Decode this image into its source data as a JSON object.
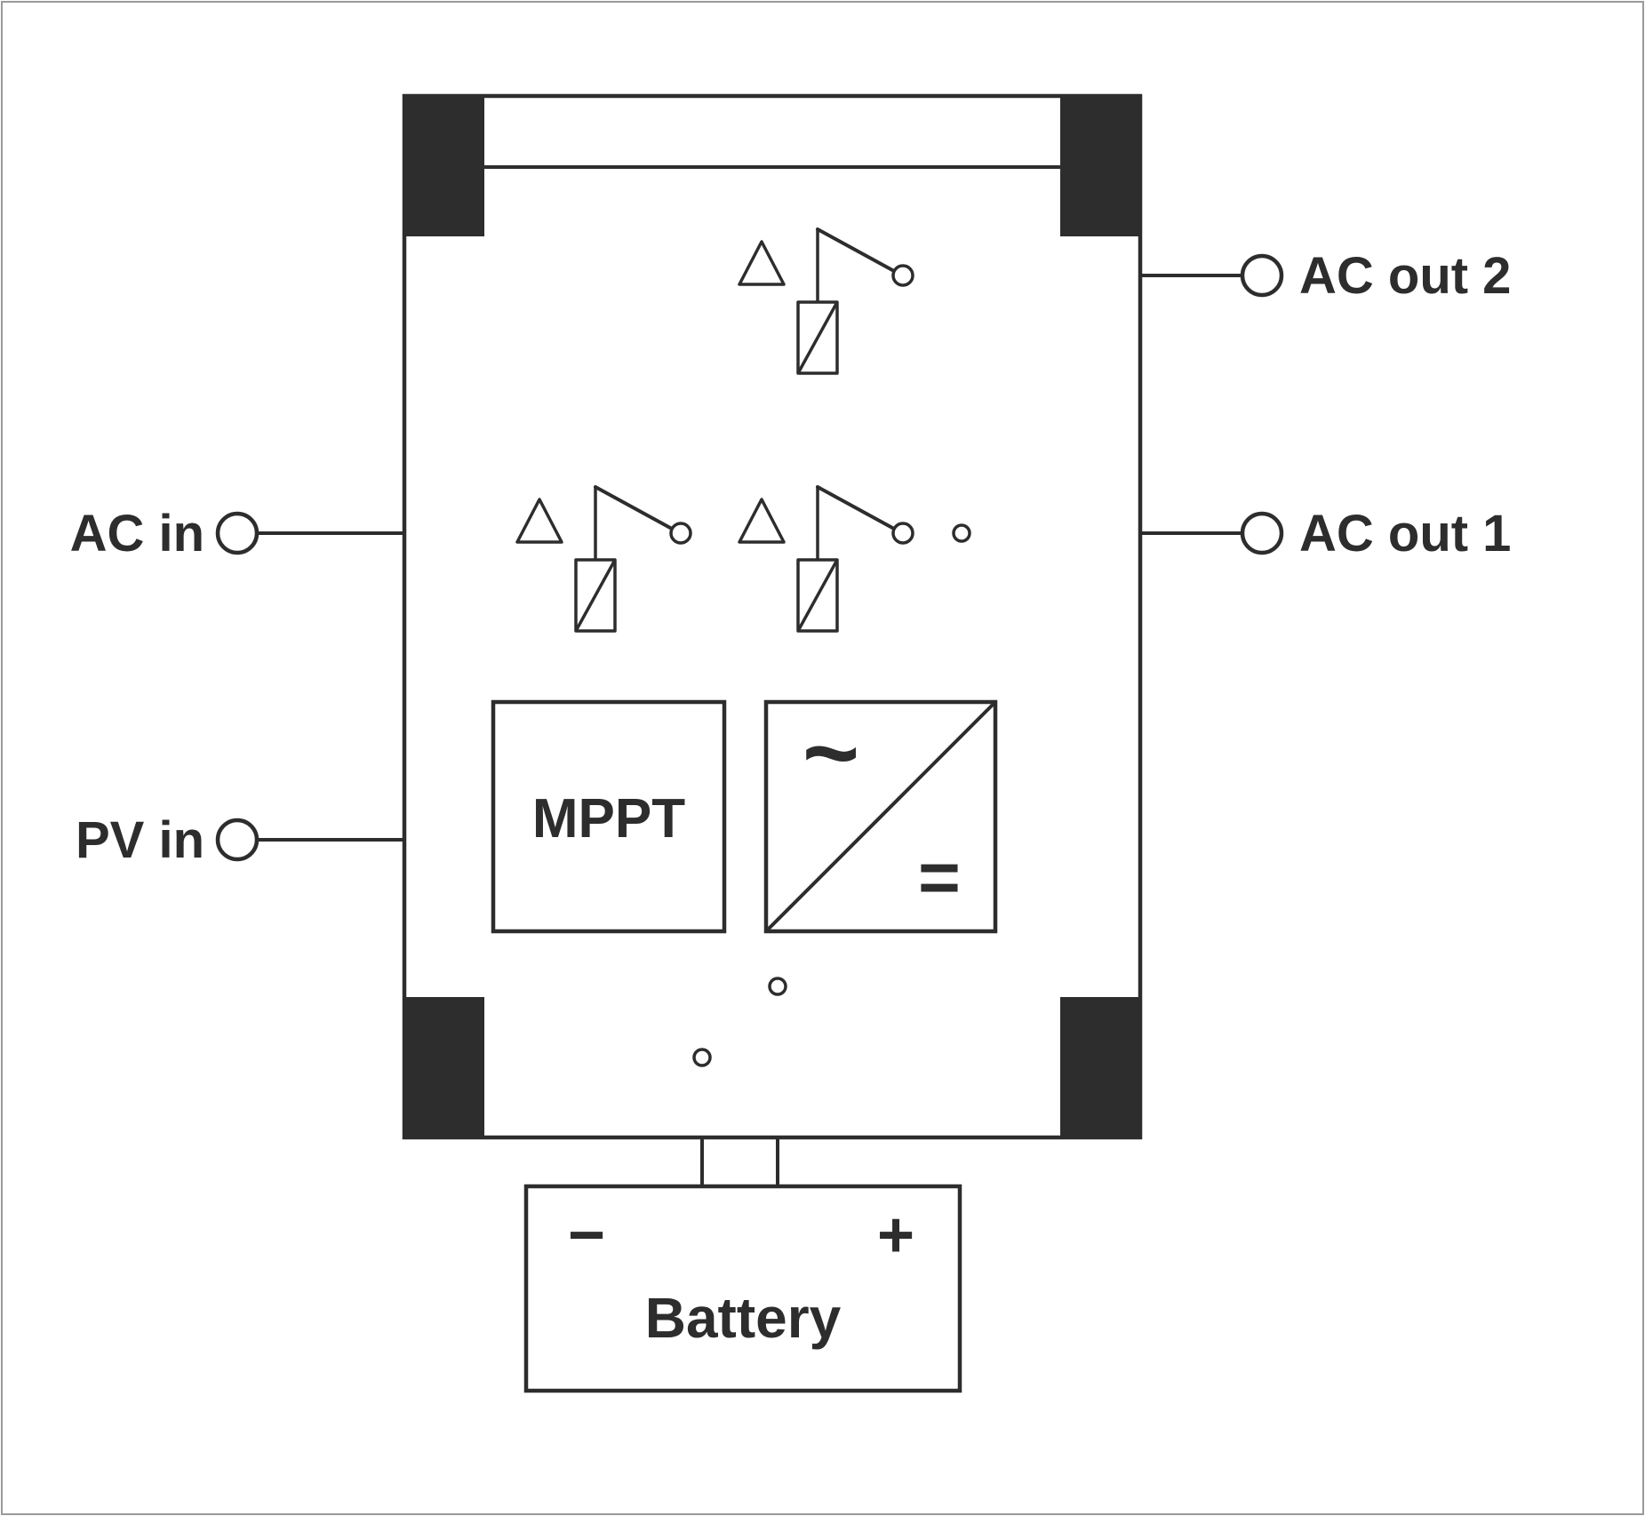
{
  "diagram": {
    "terminals": {
      "ac_in": "AC in",
      "pv_in": "PV in",
      "ac_out_1": "AC out 1",
      "ac_out_2": "AC out 2"
    },
    "blocks": {
      "mppt": "MPPT",
      "battery": "Battery"
    },
    "inverter": {
      "ac_symbol": "~",
      "dc_symbol": "="
    },
    "battery_terminals": {
      "minus": "−",
      "plus": "+"
    },
    "colors": {
      "line": "#2d2d2d",
      "background": "#ffffff",
      "frame": "#9a9a9a"
    }
  }
}
